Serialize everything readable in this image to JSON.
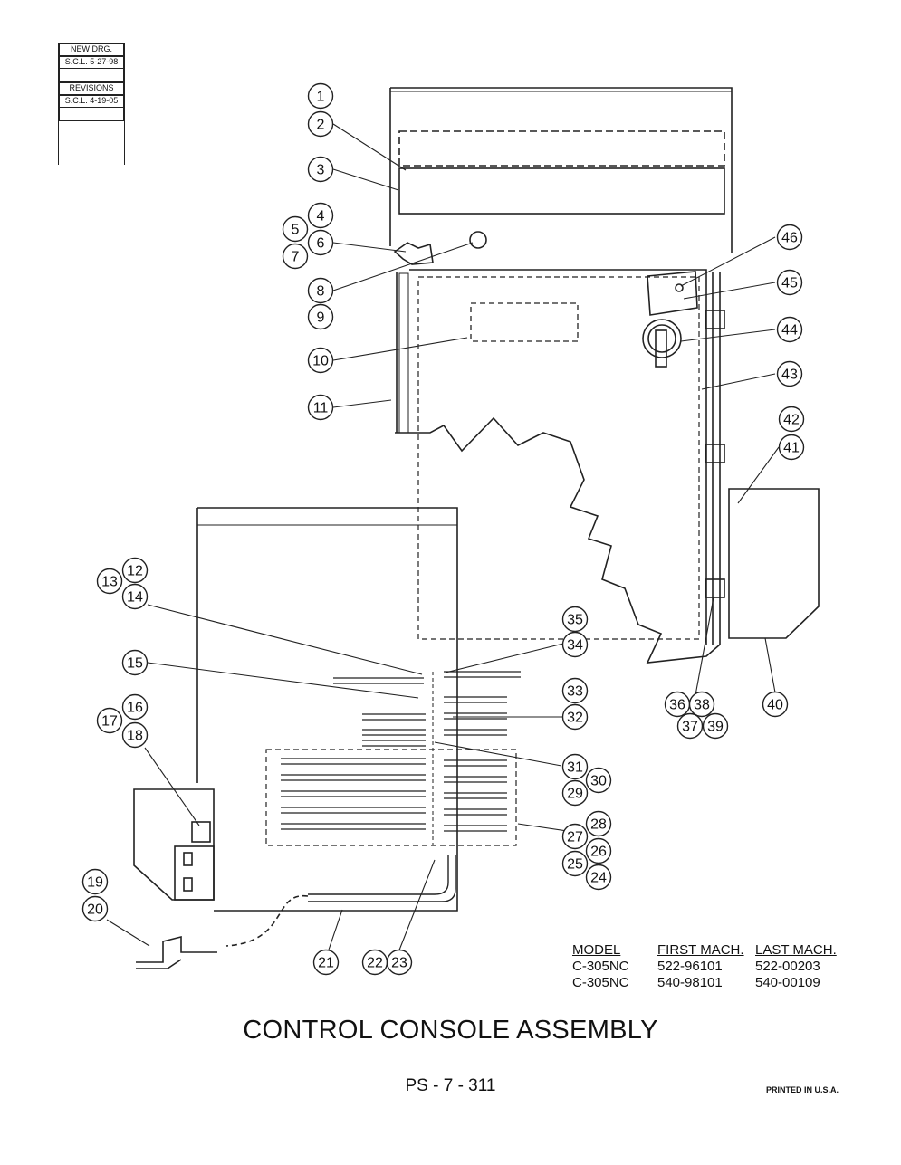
{
  "revision_block": {
    "new_drg_label": "NEW DRG.",
    "new_drg_value": "S.C.L. 5-27-98",
    "revisions_label": "REVISIONS",
    "revision_1": "S.C.L. 4-19-05"
  },
  "callouts": [
    "1",
    "2",
    "3",
    "4",
    "5",
    "6",
    "7",
    "8",
    "9",
    "10",
    "11",
    "12",
    "13",
    "14",
    "15",
    "16",
    "17",
    "18",
    "19",
    "20",
    "21",
    "22",
    "23",
    "24",
    "25",
    "26",
    "27",
    "28",
    "29",
    "30",
    "31",
    "32",
    "33",
    "34",
    "35",
    "36",
    "37",
    "38",
    "39",
    "40",
    "41",
    "42",
    "43",
    "44",
    "45",
    "46"
  ],
  "model_table": {
    "headers": [
      "MODEL",
      "FIRST MACH.",
      "LAST MACH."
    ],
    "rows": [
      [
        "C-305NC",
        "522-96101",
        "522-00203"
      ],
      [
        "C-305NC",
        "540-98101",
        "540-00109"
      ]
    ]
  },
  "title": "CONTROL CONSOLE ASSEMBLY",
  "page_number": "PS - 7 - 311",
  "printed": "PRINTED IN U.S.A."
}
